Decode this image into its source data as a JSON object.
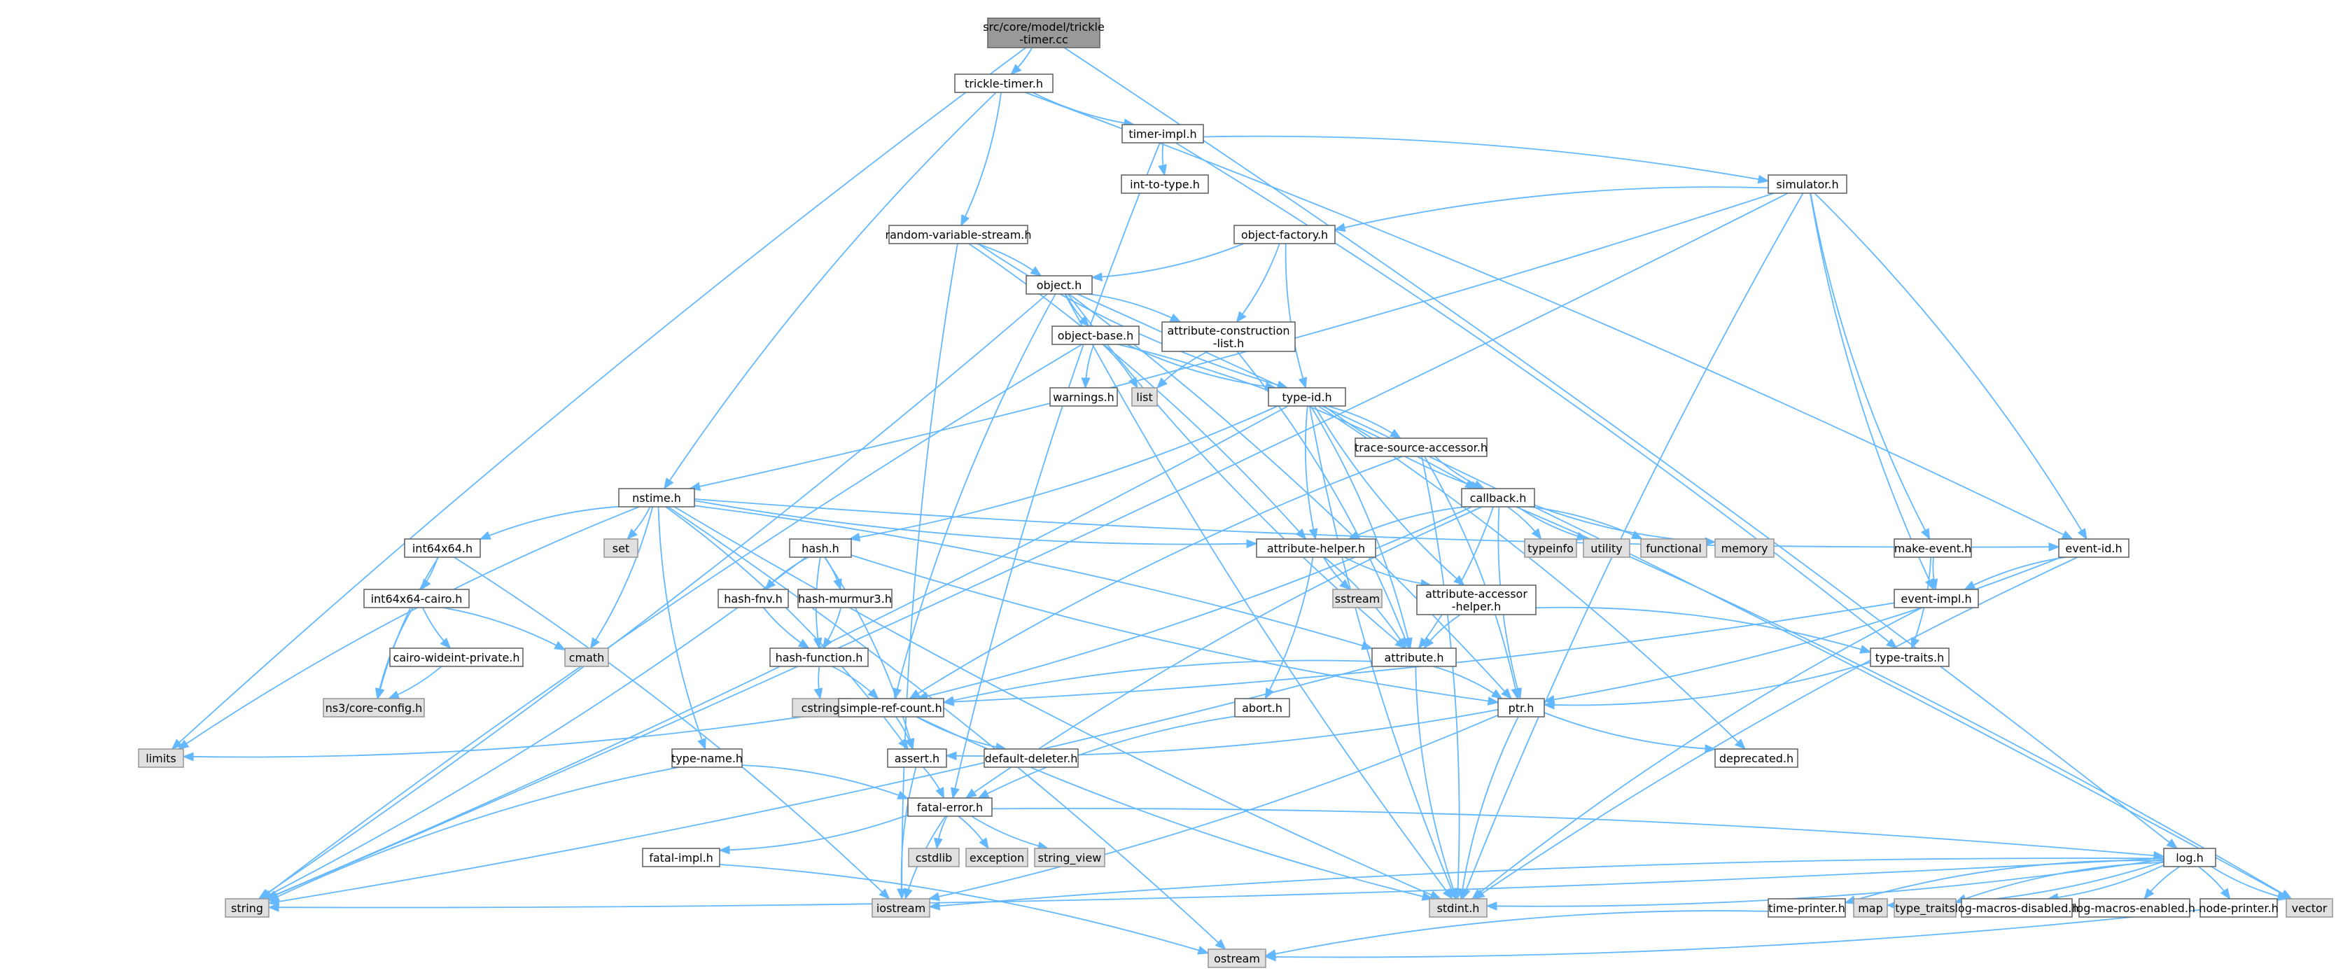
{
  "root": "src/core/model/trickle-timer.cc",
  "palette": {
    "edge": "#63b8ff",
    "node_border": "#666666",
    "system_fill": "#e0e0e0",
    "root_fill": "#999999"
  },
  "nodes": [
    {
      "id": "root",
      "lines": [
        "src/core/model/trickle",
        "-timer.cc"
      ],
      "kind": "root"
    },
    {
      "id": "tt",
      "lines": [
        "trickle-timer.h"
      ],
      "kind": "header"
    },
    {
      "id": "timpl",
      "lines": [
        "timer-impl.h"
      ],
      "kind": "header"
    },
    {
      "id": "itt",
      "lines": [
        "int-to-type.h"
      ],
      "kind": "header"
    },
    {
      "id": "sim",
      "lines": [
        "simulator.h"
      ],
      "kind": "header"
    },
    {
      "id": "rvs",
      "lines": [
        "random-variable-stream.h"
      ],
      "kind": "header"
    },
    {
      "id": "ofac",
      "lines": [
        "object-factory.h"
      ],
      "kind": "header"
    },
    {
      "id": "obj",
      "lines": [
        "object.h"
      ],
      "kind": "header"
    },
    {
      "id": "objb",
      "lines": [
        "object-base.h"
      ],
      "kind": "header"
    },
    {
      "id": "acl",
      "lines": [
        "attribute-construction",
        "-list.h"
      ],
      "kind": "header"
    },
    {
      "id": "warn",
      "lines": [
        "warnings.h"
      ],
      "kind": "header"
    },
    {
      "id": "list",
      "lines": [
        "list"
      ],
      "kind": "system"
    },
    {
      "id": "tid",
      "lines": [
        "type-id.h"
      ],
      "kind": "header"
    },
    {
      "id": "tsa",
      "lines": [
        "trace-source-accessor.h"
      ],
      "kind": "header"
    },
    {
      "id": "cb",
      "lines": [
        "callback.h"
      ],
      "kind": "header"
    },
    {
      "id": "nst",
      "lines": [
        "nstime.h"
      ],
      "kind": "header"
    },
    {
      "id": "i64",
      "lines": [
        "int64x64.h"
      ],
      "kind": "header"
    },
    {
      "id": "set",
      "lines": [
        "set"
      ],
      "kind": "system"
    },
    {
      "id": "hash",
      "lines": [
        "hash.h"
      ],
      "kind": "header"
    },
    {
      "id": "ah",
      "lines": [
        "attribute-helper.h"
      ],
      "kind": "header"
    },
    {
      "id": "typeinfo",
      "lines": [
        "typeinfo"
      ],
      "kind": "system"
    },
    {
      "id": "utility",
      "lines": [
        "utility"
      ],
      "kind": "system"
    },
    {
      "id": "functional",
      "lines": [
        "functional"
      ],
      "kind": "system"
    },
    {
      "id": "memory",
      "lines": [
        "memory"
      ],
      "kind": "system"
    },
    {
      "id": "mke",
      "lines": [
        "make-event.h"
      ],
      "kind": "header"
    },
    {
      "id": "eid",
      "lines": [
        "event-id.h"
      ],
      "kind": "header"
    },
    {
      "id": "i64c",
      "lines": [
        "int64x64-cairo.h"
      ],
      "kind": "header"
    },
    {
      "id": "hfnv",
      "lines": [
        "hash-fnv.h"
      ],
      "kind": "header"
    },
    {
      "id": "hmur",
      "lines": [
        "hash-murmur3.h"
      ],
      "kind": "header"
    },
    {
      "id": "sstream",
      "lines": [
        "sstream"
      ],
      "kind": "system"
    },
    {
      "id": "aah",
      "lines": [
        "attribute-accessor",
        "-helper.h"
      ],
      "kind": "header"
    },
    {
      "id": "eimpl",
      "lines": [
        "event-impl.h"
      ],
      "kind": "header"
    },
    {
      "id": "cwp",
      "lines": [
        "cairo-wideint-private.h"
      ],
      "kind": "header"
    },
    {
      "id": "cmath",
      "lines": [
        "cmath"
      ],
      "kind": "system"
    },
    {
      "id": "hfun",
      "lines": [
        "hash-function.h"
      ],
      "kind": "header"
    },
    {
      "id": "attr",
      "lines": [
        "attribute.h"
      ],
      "kind": "header"
    },
    {
      "id": "ttr",
      "lines": [
        "type-traits.h"
      ],
      "kind": "header"
    },
    {
      "id": "ncc",
      "lines": [
        "ns3/core-config.h"
      ],
      "kind": "system"
    },
    {
      "id": "cstring",
      "lines": [
        "cstring"
      ],
      "kind": "system"
    },
    {
      "id": "abort",
      "lines": [
        "abort.h"
      ],
      "kind": "header"
    },
    {
      "id": "src",
      "lines": [
        "simple-ref-count.h"
      ],
      "kind": "header"
    },
    {
      "id": "ptr",
      "lines": [
        "ptr.h"
      ],
      "kind": "header"
    },
    {
      "id": "limits",
      "lines": [
        "limits"
      ],
      "kind": "system"
    },
    {
      "id": "tname",
      "lines": [
        "type-name.h"
      ],
      "kind": "header"
    },
    {
      "id": "assert",
      "lines": [
        "assert.h"
      ],
      "kind": "header"
    },
    {
      "id": "dd",
      "lines": [
        "default-deleter.h"
      ],
      "kind": "header"
    },
    {
      "id": "depr",
      "lines": [
        "deprecated.h"
      ],
      "kind": "header"
    },
    {
      "id": "fe",
      "lines": [
        "fatal-error.h"
      ],
      "kind": "header"
    },
    {
      "id": "fimpl",
      "lines": [
        "fatal-impl.h"
      ],
      "kind": "header"
    },
    {
      "id": "cstdlib",
      "lines": [
        "cstdlib"
      ],
      "kind": "system"
    },
    {
      "id": "exception",
      "lines": [
        "exception"
      ],
      "kind": "system"
    },
    {
      "id": "sview",
      "lines": [
        "string_view"
      ],
      "kind": "system"
    },
    {
      "id": "log",
      "lines": [
        "log.h"
      ],
      "kind": "header"
    },
    {
      "id": "string",
      "lines": [
        "string"
      ],
      "kind": "system"
    },
    {
      "id": "iostream",
      "lines": [
        "iostream"
      ],
      "kind": "system"
    },
    {
      "id": "stdint",
      "lines": [
        "stdint.h"
      ],
      "kind": "system"
    },
    {
      "id": "tprint",
      "lines": [
        "time-printer.h"
      ],
      "kind": "header"
    },
    {
      "id": "map",
      "lines": [
        "map"
      ],
      "kind": "system"
    },
    {
      "id": "ttraits",
      "lines": [
        "type_traits"
      ],
      "kind": "system"
    },
    {
      "id": "lmd",
      "lines": [
        "log-macros-disabled.h"
      ],
      "kind": "header"
    },
    {
      "id": "lme",
      "lines": [
        "log-macros-enabled.h"
      ],
      "kind": "header"
    },
    {
      "id": "nprint",
      "lines": [
        "node-printer.h"
      ],
      "kind": "header"
    },
    {
      "id": "vector",
      "lines": [
        "vector"
      ],
      "kind": "system"
    },
    {
      "id": "ostream",
      "lines": [
        "ostream"
      ],
      "kind": "system"
    }
  ],
  "edges": [
    [
      "root",
      "tt"
    ],
    [
      "root",
      "limits"
    ],
    [
      "root",
      "log"
    ],
    [
      "tt",
      "timpl"
    ],
    [
      "tt",
      "rvs"
    ],
    [
      "tt",
      "nst"
    ],
    [
      "tt",
      "eid"
    ],
    [
      "timpl",
      "itt"
    ],
    [
      "timpl",
      "sim"
    ],
    [
      "timpl",
      "fe"
    ],
    [
      "timpl",
      "ttr"
    ],
    [
      "sim",
      "ofac"
    ],
    [
      "sim",
      "nst"
    ],
    [
      "sim",
      "mke"
    ],
    [
      "sim",
      "eid"
    ],
    [
      "sim",
      "eimpl"
    ],
    [
      "sim",
      "string"
    ],
    [
      "sim",
      "stdint"
    ],
    [
      "rvs",
      "obj"
    ],
    [
      "rvs",
      "tid"
    ],
    [
      "rvs",
      "ah"
    ],
    [
      "rvs",
      "iostream"
    ],
    [
      "ofac",
      "obj"
    ],
    [
      "ofac",
      "tid"
    ],
    [
      "ofac",
      "acl"
    ],
    [
      "obj",
      "objb"
    ],
    [
      "obj",
      "acl"
    ],
    [
      "obj",
      "attr"
    ],
    [
      "obj",
      "ptr"
    ],
    [
      "obj",
      "src"
    ],
    [
      "obj",
      "string"
    ],
    [
      "obj",
      "stdint"
    ],
    [
      "obj",
      "vector"
    ],
    [
      "objb",
      "warn"
    ],
    [
      "objb",
      "list"
    ],
    [
      "objb",
      "tid"
    ],
    [
      "objb",
      "cb"
    ],
    [
      "objb",
      "string"
    ],
    [
      "acl",
      "attr"
    ],
    [
      "acl",
      "list"
    ],
    [
      "tid",
      "tsa"
    ],
    [
      "tid",
      "cb"
    ],
    [
      "tid",
      "hash"
    ],
    [
      "tid",
      "ah"
    ],
    [
      "tid",
      "attr"
    ],
    [
      "tid",
      "aah"
    ],
    [
      "tid",
      "string"
    ],
    [
      "tid",
      "stdint"
    ],
    [
      "tid",
      "depr"
    ],
    [
      "tsa",
      "cb"
    ],
    [
      "tsa",
      "ptr"
    ],
    [
      "tsa",
      "src"
    ],
    [
      "tsa",
      "stdint"
    ],
    [
      "cb",
      "ah"
    ],
    [
      "cb",
      "attr"
    ],
    [
      "cb",
      "ptr"
    ],
    [
      "cb",
      "src"
    ],
    [
      "cb",
      "fe"
    ],
    [
      "cb",
      "typeinfo"
    ],
    [
      "cb",
      "utility"
    ],
    [
      "cb",
      "functional"
    ],
    [
      "cb",
      "memory"
    ],
    [
      "cb",
      "vector"
    ],
    [
      "nst",
      "i64"
    ],
    [
      "nst",
      "set"
    ],
    [
      "nst",
      "ah"
    ],
    [
      "nst",
      "attr"
    ],
    [
      "nst",
      "eid"
    ],
    [
      "nst",
      "cmath"
    ],
    [
      "nst",
      "tname"
    ],
    [
      "nst",
      "assert"
    ],
    [
      "nst",
      "limits"
    ],
    [
      "nst",
      "ostream"
    ],
    [
      "nst",
      "stdint"
    ],
    [
      "i64",
      "i64c"
    ],
    [
      "i64",
      "ncc"
    ],
    [
      "i64",
      "iostream"
    ],
    [
      "i64c",
      "cwp"
    ],
    [
      "i64c",
      "cmath"
    ],
    [
      "i64c",
      "ncc"
    ],
    [
      "cwp",
      "ncc"
    ],
    [
      "hash",
      "hfnv"
    ],
    [
      "hash",
      "hmur"
    ],
    [
      "hash",
      "hfun"
    ],
    [
      "hash",
      "assert"
    ],
    [
      "hash",
      "ptr"
    ],
    [
      "hash",
      "string"
    ],
    [
      "hfnv",
      "hfun"
    ],
    [
      "hmur",
      "hfun"
    ],
    [
      "hfun",
      "cstring"
    ],
    [
      "hfun",
      "src"
    ],
    [
      "ah",
      "sstream"
    ],
    [
      "ah",
      "abort"
    ],
    [
      "ah",
      "aah"
    ],
    [
      "ah",
      "attr"
    ],
    [
      "aah",
      "attr"
    ],
    [
      "aah",
      "ttr"
    ],
    [
      "mke",
      "eimpl"
    ],
    [
      "mke",
      "ttr"
    ],
    [
      "eid",
      "eimpl"
    ],
    [
      "eid",
      "ptr"
    ],
    [
      "eid",
      "stdint"
    ],
    [
      "eimpl",
      "src"
    ],
    [
      "eimpl",
      "stdint"
    ],
    [
      "attr",
      "ptr"
    ],
    [
      "attr",
      "src"
    ],
    [
      "attr",
      "string"
    ],
    [
      "attr",
      "stdint"
    ],
    [
      "ttr",
      "ptr"
    ],
    [
      "abort",
      "fe"
    ],
    [
      "src",
      "assert"
    ],
    [
      "src",
      "dd"
    ],
    [
      "src",
      "limits"
    ],
    [
      "src",
      "stdint"
    ],
    [
      "ptr",
      "assert"
    ],
    [
      "ptr",
      "depr"
    ],
    [
      "ptr",
      "iostream"
    ],
    [
      "ptr",
      "stdint"
    ],
    [
      "tname",
      "fe"
    ],
    [
      "tname",
      "string"
    ],
    [
      "assert",
      "fe"
    ],
    [
      "assert",
      "iostream"
    ],
    [
      "fe",
      "fimpl"
    ],
    [
      "fe",
      "cstdlib"
    ],
    [
      "fe",
      "exception"
    ],
    [
      "fe",
      "sview"
    ],
    [
      "fe",
      "log"
    ],
    [
      "fe",
      "iostream"
    ],
    [
      "fimpl",
      "ostream"
    ],
    [
      "log",
      "tprint"
    ],
    [
      "log",
      "map"
    ],
    [
      "log",
      "ttraits"
    ],
    [
      "log",
      "lmd"
    ],
    [
      "log",
      "lme"
    ],
    [
      "log",
      "nprint"
    ],
    [
      "log",
      "vector"
    ],
    [
      "log",
      "string"
    ],
    [
      "log",
      "iostream"
    ],
    [
      "log",
      "stdint"
    ],
    [
      "tprint",
      "ostream"
    ],
    [
      "nprint",
      "ostream"
    ]
  ]
}
